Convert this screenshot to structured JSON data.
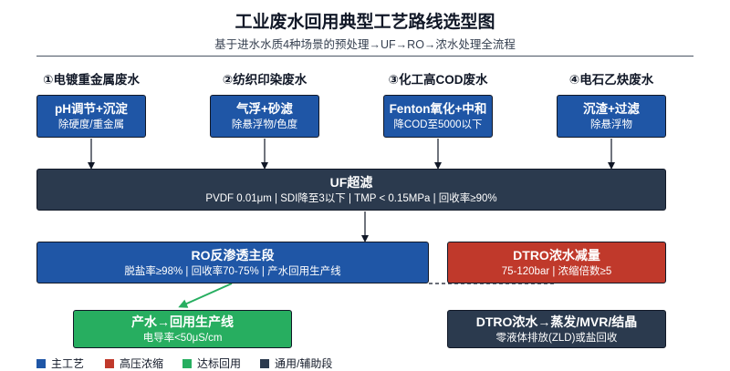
{
  "header": {
    "title": "工业废水回用典型工艺路线选型图",
    "subtitle": "基于进水水质4种场景的预处理→UF→RO→浓水处理全流程"
  },
  "scenarios": [
    {
      "label": "①电镀重金属废水",
      "pre_title": "pH调节+沉淀",
      "pre_sub": "除硬度/重金属"
    },
    {
      "label": "②纺织印染废水",
      "pre_title": "气浮+砂滤",
      "pre_sub": "除悬浮物/色度"
    },
    {
      "label": "③化工高COD废水",
      "pre_title": "Fenton氧化+中和",
      "pre_sub": "降COD至5000以下"
    },
    {
      "label": "④电石乙炔废水",
      "pre_title": "沉渣+过滤",
      "pre_sub": "除悬浮物"
    }
  ],
  "uf": {
    "title": "UF超滤",
    "sub": "PVDF 0.01μm | SDI降至3以下 | TMP < 0.15MPa | 回收率≥90%"
  },
  "ro": {
    "title": "RO反渗透主段",
    "sub": "脱盐率≥98% | 回收率70-75% | 产水回用生产线"
  },
  "dtro": {
    "title": "DTRO浓水减量",
    "sub": "75-120bar | 浓缩倍数≥5"
  },
  "product": {
    "title": "产水→回用生产线",
    "sub": "电导率<50μS/cm"
  },
  "zld": {
    "title": "DTRO浓水→蒸发/MVR/结晶",
    "sub": "零液体排放(ZLD)或盐回收"
  },
  "legend": [
    {
      "label": "主工艺",
      "color": "#1f56a6"
    },
    {
      "label": "高压浓缩",
      "color": "#c0392b"
    },
    {
      "label": "达标回用",
      "color": "#27ae60"
    },
    {
      "label": "通用/辅助段",
      "color": "#2b3a4e"
    }
  ],
  "colors": {
    "main": "#1f56a6",
    "high_pressure": "#c0392b",
    "reuse": "#27ae60",
    "common": "#2b3a4e"
  }
}
